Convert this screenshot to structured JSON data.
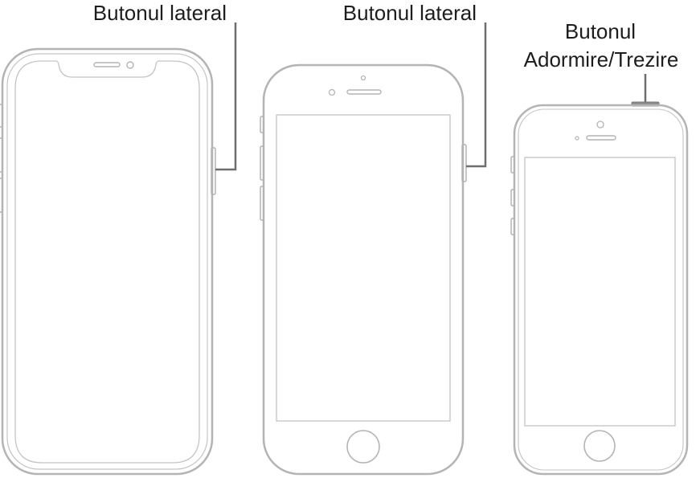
{
  "callouts": {
    "phone_x": {
      "label": "Butonul lateral"
    },
    "phone_8": {
      "label": "Butonul lateral"
    },
    "phone_se": {
      "line1": "Butonul",
      "line2": "Adormire/Trezire"
    }
  },
  "colors": {
    "outline": "#b4b4b4",
    "leader": "#6e6e6e",
    "text": "#1d1d1f"
  }
}
